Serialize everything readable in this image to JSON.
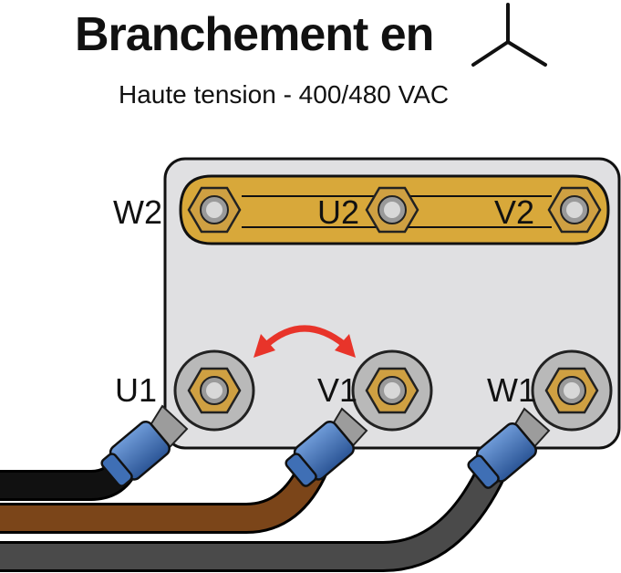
{
  "title": "Branchement en",
  "subtitle": "Haute tension - 400/480 VAC",
  "symbol_icon": "star-connection-icon",
  "terminals": {
    "top": [
      "W2",
      "U2",
      "V2"
    ],
    "bottom": [
      "U1",
      "V1",
      "W1"
    ]
  },
  "colors": {
    "plate": "#e0e0e2",
    "bridge": "#d8a83a",
    "wire_black": "#111111",
    "wire_brown": "#7b4519",
    "wire_grey": "#4a4a4a",
    "lug": "#b9b9b9",
    "insulator": "#3f6fb5",
    "arrow": "#e8342a"
  }
}
